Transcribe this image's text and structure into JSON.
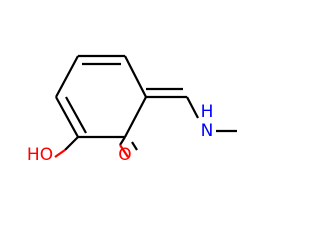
{
  "molecule": {
    "atoms": [
      {
        "id": "ho",
        "text": "HO",
        "color": "#ff0000"
      },
      {
        "id": "o",
        "text": "O",
        "color": "#ff0000"
      },
      {
        "id": "n",
        "text": "N",
        "color": "#0000ff"
      },
      {
        "id": "h",
        "text": "H",
        "color": "#0000ff"
      }
    ]
  }
}
